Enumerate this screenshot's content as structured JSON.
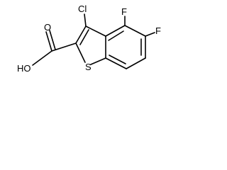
{
  "molecule": {
    "atoms": {
      "chlorine": "Cl",
      "fluorine_4": "F",
      "fluorine_5": "F",
      "sulfur": "S",
      "hydroxyl": "HO",
      "carbonyl_oxygen": "O"
    },
    "colors": {
      "bond": "#000000",
      "label": "#000000",
      "background": "#ffffff"
    }
  }
}
